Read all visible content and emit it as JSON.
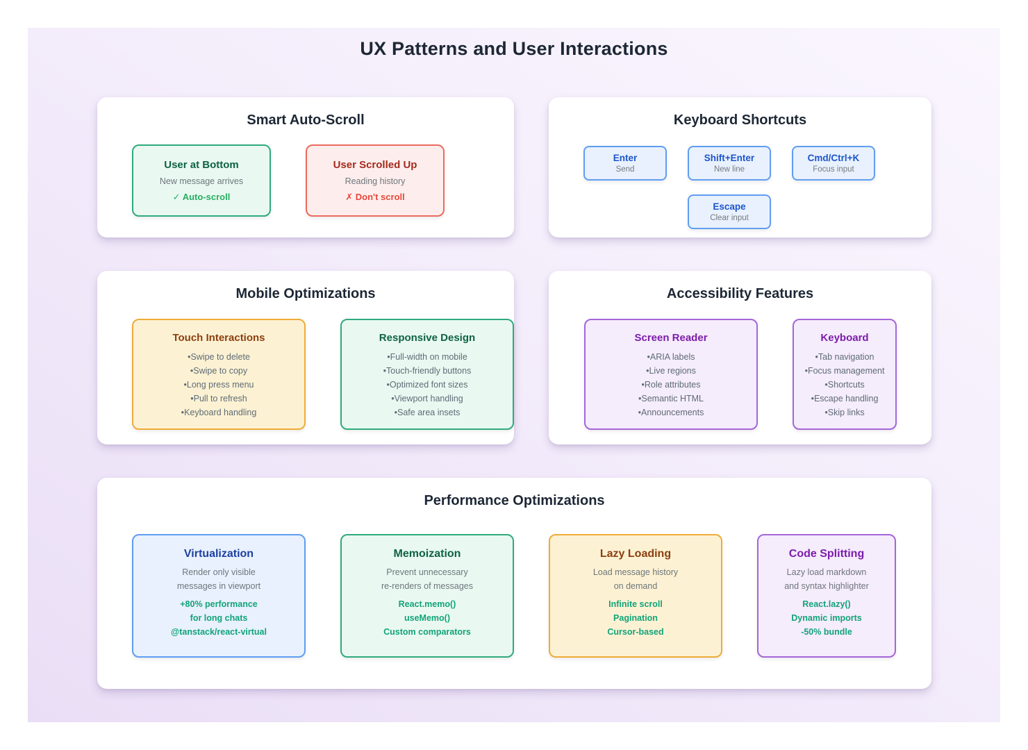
{
  "page": {
    "title": "UX Patterns and User Interactions"
  },
  "colors": {
    "background_top": "#faf6fe",
    "background_bottom": "#eadef6",
    "panel": "#ffffff",
    "heading": "#1d2735",
    "green_border": "#2faa7d",
    "green_bg": "#e9f9f1",
    "green_title": "#0e6245",
    "green_accent": "#27ae60",
    "red_border": "#ec6a5f",
    "red_bg": "#fdeeed",
    "red_title": "#a32b1d",
    "red_accent": "#e8473a",
    "blue_border": "#5f9df2",
    "blue_bg": "#e8f1fd",
    "blue_key_label": "#1d55c9",
    "blue_title": "#1e3fa0",
    "yellow_border": "#f0ab38",
    "yellow_bg": "#fcf2d3",
    "yellow_title": "#8c3e0f",
    "purple_border": "#a466d9",
    "purple_bg": "#f5ecfc",
    "purple_title": "#7c1daa",
    "highlight_green": "#12a379",
    "body_gray": "#6e757c"
  },
  "panels": {
    "auto_scroll": {
      "title": "Smart Auto-Scroll",
      "cards": [
        {
          "title": "User at Bottom",
          "description": "New message arrives",
          "result": "✓ Auto-scroll"
        },
        {
          "title": "User Scrolled Up",
          "description": "Reading history",
          "result": "✗ Don't scroll"
        }
      ]
    },
    "keyboard_shortcuts": {
      "title": "Keyboard Shortcuts",
      "keys": [
        {
          "key": "Enter",
          "action": "Send"
        },
        {
          "key": "Shift+Enter",
          "action": "New line"
        },
        {
          "key": "Cmd/Ctrl+K",
          "action": "Focus input"
        },
        {
          "key": "Escape",
          "action": "Clear input"
        }
      ]
    },
    "mobile": {
      "title": "Mobile Optimizations",
      "cards": [
        {
          "title": "Touch Interactions",
          "items": [
            "Swipe to delete",
            "Swipe to copy",
            "Long press menu",
            "Pull to refresh",
            "Keyboard handling"
          ]
        },
        {
          "title": "Responsive Design",
          "items": [
            "Full-width on mobile",
            "Touch-friendly buttons",
            "Optimized font sizes",
            "Viewport handling",
            "Safe area insets"
          ]
        }
      ]
    },
    "accessibility": {
      "title": "Accessibility Features",
      "cards": [
        {
          "title": "Screen Reader",
          "items": [
            "ARIA labels",
            "Live regions",
            "Role attributes",
            "Semantic HTML",
            "Announcements"
          ]
        },
        {
          "title": "Keyboard",
          "items": [
            "Tab navigation",
            "Focus management",
            "Shortcuts",
            "Escape handling",
            "Skip links"
          ]
        }
      ]
    },
    "performance": {
      "title": "Performance Optimizations",
      "cards": [
        {
          "title": "Virtualization",
          "description": [
            "Render only visible",
            "messages in viewport"
          ],
          "highlights": [
            "+80% performance",
            "for long chats",
            "@tanstack/react-virtual"
          ]
        },
        {
          "title": "Memoization",
          "description": [
            "Prevent unnecessary",
            "re-renders of messages"
          ],
          "highlights": [
            "React.memo()",
            "useMemo()",
            "Custom comparators"
          ]
        },
        {
          "title": "Lazy Loading",
          "description": [
            "Load message history",
            "on demand"
          ],
          "highlights": [
            "Infinite scroll",
            "Pagination",
            "Cursor-based"
          ]
        },
        {
          "title": "Code Splitting",
          "description": [
            "Lazy load markdown",
            "and syntax highlighter"
          ],
          "highlights": [
            "React.lazy()",
            "Dynamic imports",
            "-50% bundle"
          ]
        }
      ]
    }
  }
}
